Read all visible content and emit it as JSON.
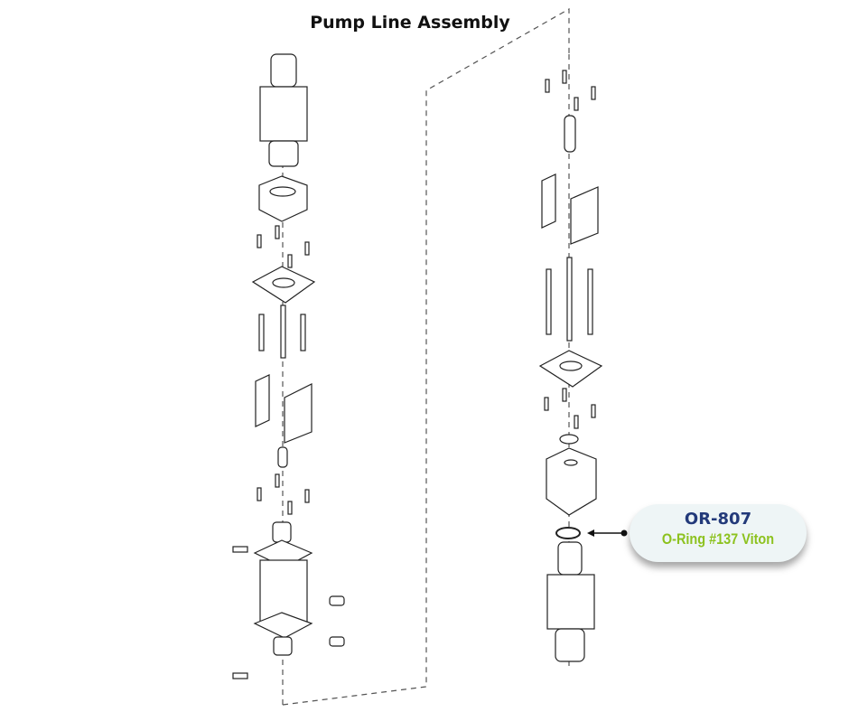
{
  "title": "Pump Line Assembly",
  "callout": {
    "part_number": "OR-807",
    "description": "O-Ring #137 Viton",
    "pn_color": "#233a7a",
    "desc_color": "#8dc21f"
  }
}
